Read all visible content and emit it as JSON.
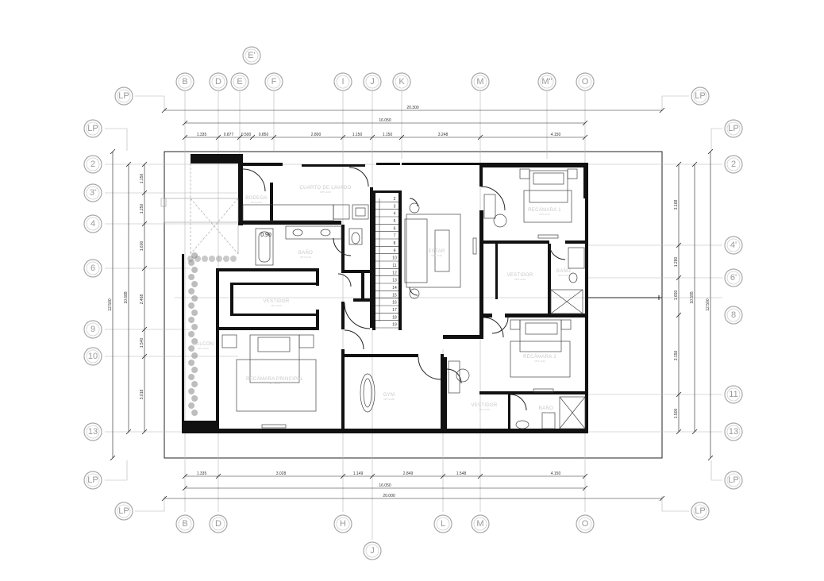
{
  "grid_top": [
    "B",
    "D",
    "E",
    "F",
    "I",
    "J",
    "K",
    "M",
    "M''",
    "O"
  ],
  "grid_top_extra": "E'",
  "grid_bottom": [
    "B",
    "D",
    "H",
    "J",
    "L",
    "M",
    "O"
  ],
  "grid_left": [
    "2",
    "3'",
    "4",
    "6",
    "9",
    "10",
    "13"
  ],
  "grid_right": [
    "2",
    "4'",
    "6'",
    "8",
    "11",
    "13"
  ],
  "corner_label": "LP",
  "rooms": [
    {
      "name": "BODEGA",
      "sub": "NPT+6.60"
    },
    {
      "name": "CUARTO DE LAVADO",
      "sub": "NPT+6.60"
    },
    {
      "name": "BAÑO",
      "sub": "NPT+6.60"
    },
    {
      "name": "VESTIDOR",
      "sub": "NPT+6.60"
    },
    {
      "name": "BALCÓN",
      "sub": "NPT+6.60"
    },
    {
      "name": "RECÁMARA PRINCIPAL",
      "sub": "NPT+6.60"
    },
    {
      "name": "ESTAR",
      "sub": "NPT+6.60"
    },
    {
      "name": "GYM",
      "sub": "NPT+6.60"
    },
    {
      "name": "RECÁMARA 1",
      "sub": "NPT+6.60"
    },
    {
      "name": "VESTIDOR",
      "sub": "NPT+6.60"
    },
    {
      "name": "BAÑO",
      "sub": "NPT+6.60"
    },
    {
      "name": "RECÁMARA 2",
      "sub": "NPT+6.60"
    },
    {
      "name": "VESTIDOR",
      "sub": "NPT+6.60"
    },
    {
      "name": "BAÑO",
      "sub": "NPT+6.60"
    }
  ],
  "mark_090": "0.90",
  "dims_top_overall": "20.300",
  "dims_top_inner": "16.050",
  "dims_top_segments": [
    "1.335",
    "0.877",
    "0.500",
    "0.850",
    "2.800",
    "1.150",
    "1.150",
    "3.248",
    "4.150"
  ],
  "dims_bottom_segments": [
    "1.335",
    "3.028",
    "1.149",
    "2.849",
    "1.548",
    "4.150"
  ],
  "dims_bottom_inner": "16.050",
  "dims_bottom_overall": "20.000",
  "dims_left_segments": [
    "1.150",
    "1.250",
    "1.600",
    "2.468",
    "1.540",
    "3.018"
  ],
  "dims_left_inner": "10.688",
  "dims_left_overall": "12.500",
  "dims_right_segments": [
    "3.168",
    "1.280",
    "1.650",
    "3.150",
    "1.500"
  ],
  "dims_right_inner": "10.595",
  "dims_right_overall": "12.500",
  "stair_steps": [
    "2",
    "3",
    "4",
    "5",
    "6",
    "7",
    "8",
    "9",
    "10",
    "11",
    "12",
    "13",
    "14",
    "15",
    "16",
    "17",
    "18",
    "19"
  ]
}
